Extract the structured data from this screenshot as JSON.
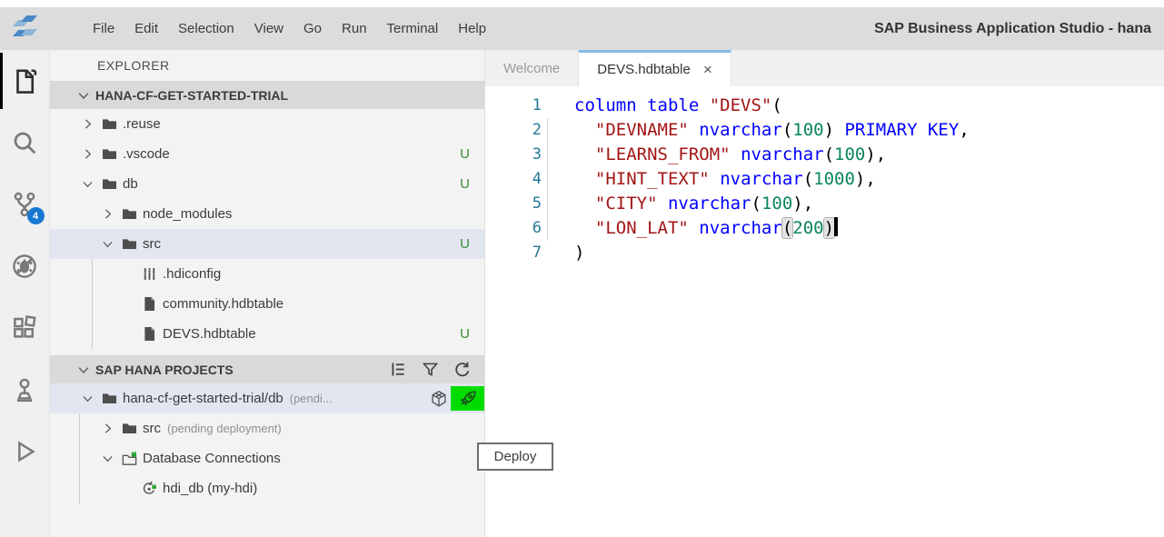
{
  "window": {
    "title": "SAP Business Application Studio - hana"
  },
  "menubar": {
    "items": [
      "File",
      "Edit",
      "Selection",
      "View",
      "Go",
      "Run",
      "Terminal",
      "Help"
    ]
  },
  "activity_bar": {
    "badge_color": "#1777d2",
    "items": [
      {
        "icon": "files-icon",
        "active": true
      },
      {
        "icon": "search-icon"
      },
      {
        "icon": "source-control-icon",
        "badge": "4"
      },
      {
        "icon": "debug-disabled-icon"
      },
      {
        "icon": "extensions-icon"
      },
      {
        "icon": "run-configurations-icon"
      },
      {
        "icon": "run-icon"
      }
    ]
  },
  "explorer": {
    "title": "EXPLORER",
    "project_header": {
      "label": "HANA-CF-GET-STARTED-TRIAL",
      "chevron": "down"
    },
    "git_status_color": "#388a34",
    "items": [
      {
        "label": ".reuse",
        "icon": "folder-icon",
        "chevron": "right",
        "depth": 0,
        "git": ""
      },
      {
        "label": ".vscode",
        "icon": "folder-icon",
        "chevron": "right",
        "depth": 0,
        "git": "U"
      },
      {
        "label": "db",
        "icon": "folder-icon",
        "chevron": "down",
        "depth": 0,
        "git": "U"
      },
      {
        "label": "node_modules",
        "icon": "folder-icon",
        "chevron": "right",
        "depth": 1,
        "git": ""
      },
      {
        "label": "src",
        "icon": "folder-icon",
        "chevron": "down",
        "depth": 1,
        "git": "U",
        "selected": true
      },
      {
        "label": ".hdiconfig",
        "icon": "config-icon",
        "chevron": "none",
        "depth": 2,
        "git": "",
        "guides": [
          46
        ]
      },
      {
        "label": "community.hdbtable",
        "icon": "file-icon",
        "chevron": "none",
        "depth": 2,
        "git": "",
        "guides": [
          46
        ]
      },
      {
        "label": "DEVS.hdbtable",
        "icon": "file-icon",
        "chevron": "none",
        "depth": 2,
        "git": "U",
        "guides": [
          46
        ]
      }
    ]
  },
  "hana_projects": {
    "title": "SAP HANA PROJECTS",
    "header_icons": [
      "tree-view-icon",
      "filter-icon",
      "refresh-icon"
    ],
    "deploy_highlight_color": "#00dc00",
    "items": [
      {
        "label": "hana-cf-get-started-trial/db",
        "suffix": "(pendi...",
        "icon": "folder-icon",
        "chevron": "down",
        "depth": 0,
        "selected": true,
        "actions": [
          {
            "icon": "container-icon"
          },
          {
            "icon": "deploy-rocket-icon",
            "highlight": true
          }
        ]
      },
      {
        "label": "src",
        "suffix": "(pending deployment)",
        "icon": "folder-icon",
        "chevron": "right",
        "depth": 1,
        "guides": [
          32
        ]
      },
      {
        "label": "Database Connections",
        "icon": "folder-plug-icon",
        "chevron": "down",
        "depth": 1,
        "guides": [
          32
        ]
      },
      {
        "label": "hdi_db (my-hdi)",
        "icon": "db-connection-icon",
        "chevron": "none",
        "depth": 2,
        "guides": [
          32
        ]
      }
    ]
  },
  "tooltip": {
    "text": "Deploy"
  },
  "editor": {
    "tabs": [
      {
        "label": "Welcome",
        "active": false,
        "closable": false
      },
      {
        "label": "DEVS.hdbtable",
        "active": true,
        "closable": true
      }
    ],
    "close_glyph": "×",
    "syntax_colors": {
      "keyword": "#0000ff",
      "string": "#a31515",
      "number": "#098658",
      "plain": "#000000",
      "line_number": "#237893"
    },
    "code": {
      "lines": [
        {
          "num": "1",
          "segments": [
            {
              "t": "column table ",
              "c": "k"
            },
            {
              "t": "\"DEVS\"",
              "c": "s"
            },
            {
              "t": "(",
              "c": "p"
            }
          ]
        },
        {
          "num": "2",
          "guide": true,
          "segments": [
            {
              "t": "  ",
              "c": "p"
            },
            {
              "t": "\"DEVNAME\"",
              "c": "s"
            },
            {
              "t": " ",
              "c": "p"
            },
            {
              "t": "nvarchar",
              "c": "k"
            },
            {
              "t": "(",
              "c": "p"
            },
            {
              "t": "100",
              "c": "n"
            },
            {
              "t": ") ",
              "c": "p"
            },
            {
              "t": "PRIMARY KEY",
              "c": "k"
            },
            {
              "t": ",",
              "c": "p"
            }
          ]
        },
        {
          "num": "3",
          "guide": true,
          "segments": [
            {
              "t": "  ",
              "c": "p"
            },
            {
              "t": "\"LEARNS_FROM\"",
              "c": "s"
            },
            {
              "t": " ",
              "c": "p"
            },
            {
              "t": "nvarchar",
              "c": "k"
            },
            {
              "t": "(",
              "c": "p"
            },
            {
              "t": "100",
              "c": "n"
            },
            {
              "t": "),",
              "c": "p"
            }
          ]
        },
        {
          "num": "4",
          "guide": true,
          "segments": [
            {
              "t": "  ",
              "c": "p"
            },
            {
              "t": "\"HINT_TEXT\"",
              "c": "s"
            },
            {
              "t": " ",
              "c": "p"
            },
            {
              "t": "nvarchar",
              "c": "k"
            },
            {
              "t": "(",
              "c": "p"
            },
            {
              "t": "1000",
              "c": "n"
            },
            {
              "t": "),",
              "c": "p"
            }
          ]
        },
        {
          "num": "5",
          "guide": true,
          "segments": [
            {
              "t": "  ",
              "c": "p"
            },
            {
              "t": "\"CITY\"",
              "c": "s"
            },
            {
              "t": " ",
              "c": "p"
            },
            {
              "t": "nvarchar",
              "c": "k"
            },
            {
              "t": "(",
              "c": "p"
            },
            {
              "t": "100",
              "c": "n"
            },
            {
              "t": "),",
              "c": "p"
            }
          ]
        },
        {
          "num": "6",
          "guide": true,
          "cursor": true,
          "segments": [
            {
              "t": "  ",
              "c": "p"
            },
            {
              "t": "\"LON_LAT\"",
              "c": "s"
            },
            {
              "t": " ",
              "c": "p"
            },
            {
              "t": "nvarchar",
              "c": "k"
            },
            {
              "t": "(",
              "c": "p bm"
            },
            {
              "t": "200",
              "c": "n"
            },
            {
              "t": ")",
              "c": "p bm"
            }
          ]
        },
        {
          "num": "7",
          "segments": [
            {
              "t": ")",
              "c": "p"
            }
          ]
        }
      ]
    }
  }
}
